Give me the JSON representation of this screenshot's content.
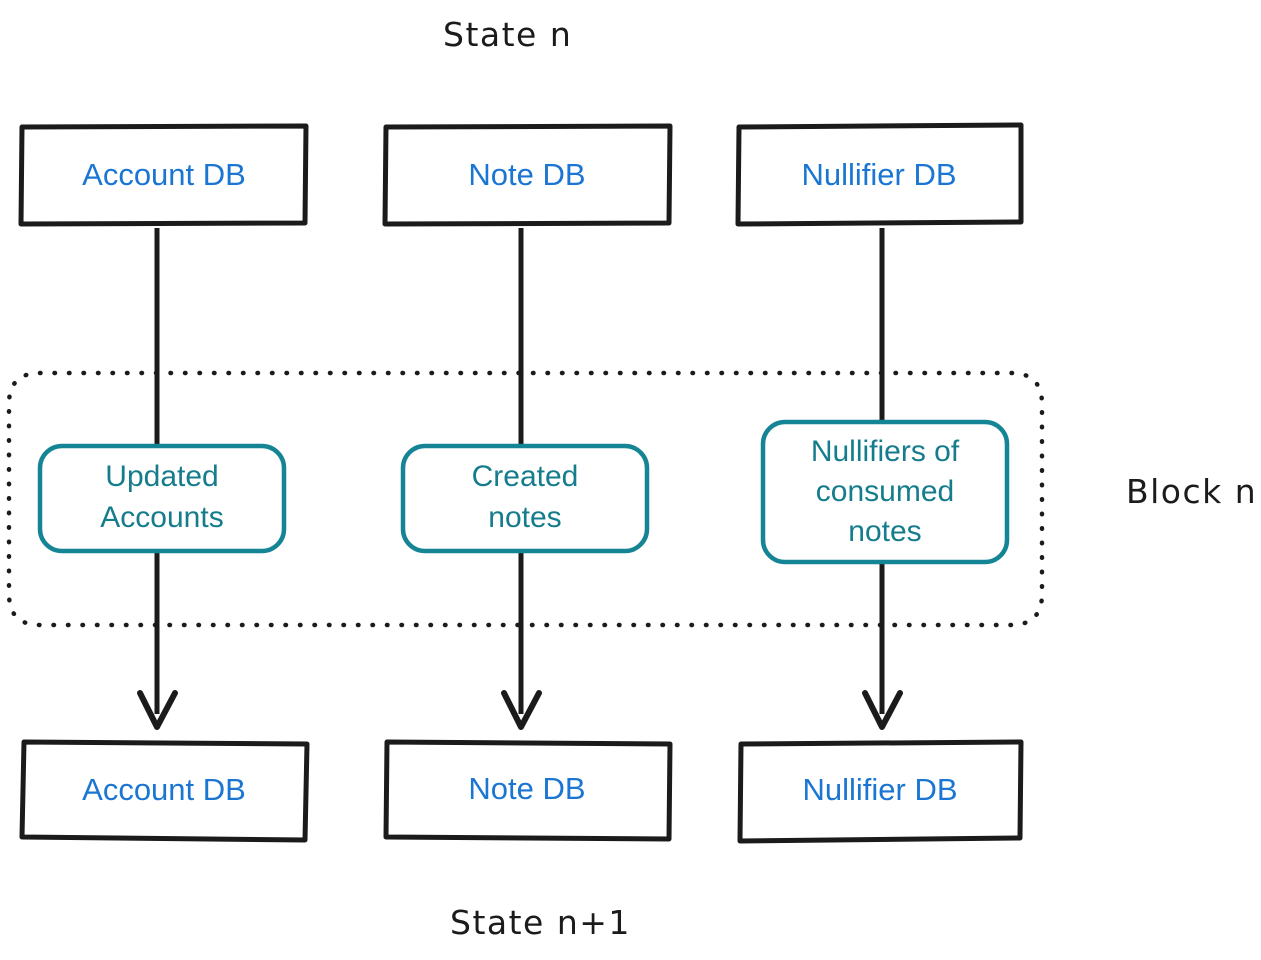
{
  "diagram": {
    "title_top": "State n",
    "title_bottom": "State n+1",
    "group_label": "Block n",
    "colors": {
      "db_text": "#1a76d2",
      "teal": "#157c8c",
      "ink": "#1b1b1b",
      "background": "#ffffff"
    },
    "top_row": {
      "name": "state-n-databases",
      "boxes": [
        {
          "id": "account-db-top",
          "label": "Account DB"
        },
        {
          "id": "note-db-top",
          "label": "Note DB"
        },
        {
          "id": "nullifier-db-top",
          "label": "Nullifier DB"
        }
      ]
    },
    "block_row": {
      "name": "block-n-contents",
      "boxes": [
        {
          "id": "updated-accounts",
          "lines": [
            "Updated",
            "Accounts"
          ]
        },
        {
          "id": "created-notes",
          "lines": [
            "Created",
            "notes"
          ]
        },
        {
          "id": "nullifiers-consumed",
          "lines": [
            "Nullifiers of",
            "consumed",
            "notes"
          ]
        }
      ]
    },
    "bottom_row": {
      "name": "state-n-plus-1-databases",
      "boxes": [
        {
          "id": "account-db-bottom",
          "label": "Account DB"
        },
        {
          "id": "note-db-bottom",
          "label": "Note DB"
        },
        {
          "id": "nullifier-db-bottom",
          "label": "Nullifier DB"
        }
      ]
    },
    "arrows": [
      {
        "id": "arrow-account",
        "from": "account-db-top",
        "to": "account-db-bottom"
      },
      {
        "id": "arrow-note",
        "from": "note-db-top",
        "to": "note-db-bottom"
      },
      {
        "id": "arrow-nullifier",
        "from": "nullifier-db-top",
        "to": "nullifier-db-bottom"
      }
    ]
  }
}
